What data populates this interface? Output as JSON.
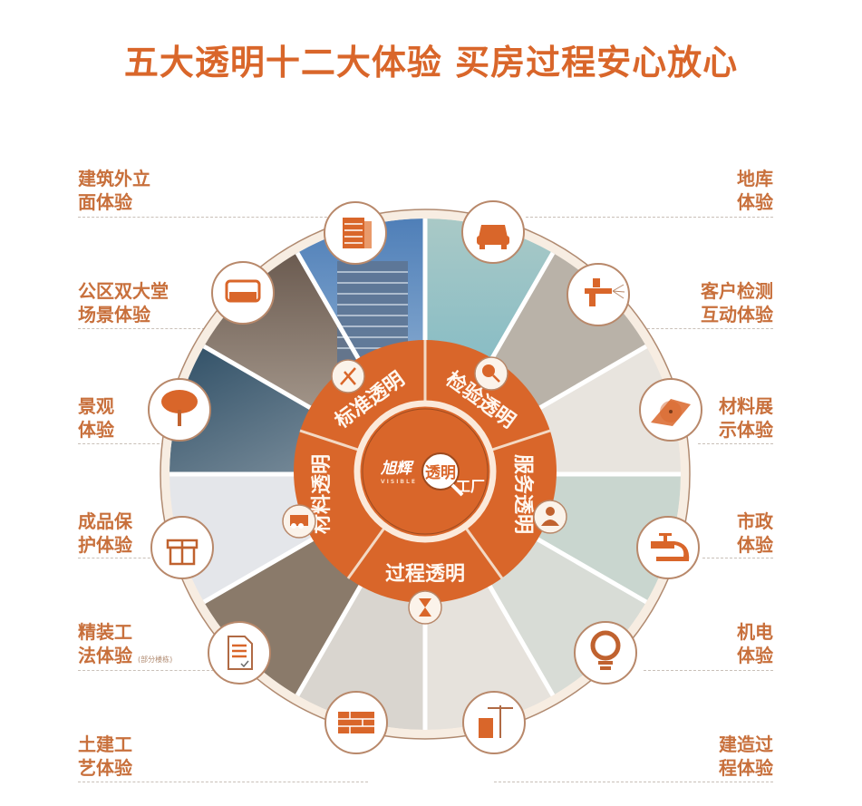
{
  "title": "五大透明十二大体验  买房过程安心放心",
  "colors": {
    "accent": "#d9662a",
    "label_text": "#c8703c",
    "ring_bg": "#f3e6d8",
    "icon_border": "#b8886a",
    "icon_fill": "#d9662a"
  },
  "experiences_left": [
    {
      "line1": "建筑外立",
      "line2": "面体验",
      "icon": "building-icon"
    },
    {
      "line1": "公区双大堂",
      "line2": "场景体验",
      "icon": "sofa-icon"
    },
    {
      "line1": "景观",
      "line2": "体验",
      "icon": "tree-icon"
    },
    {
      "line1": "成品保",
      "line2": "护体验",
      "icon": "gift-icon"
    },
    {
      "line1": "精装工",
      "line2": "法体验",
      "note": "(部分楼栋)",
      "icon": "document-check-icon"
    },
    {
      "line1": "土建工",
      "line2": "艺体验",
      "icon": "bricks-icon"
    }
  ],
  "experiences_right": [
    {
      "line1": "地库",
      "line2": "体验",
      "icon": "car-icon"
    },
    {
      "line1": "客户检测",
      "line2": "互动体验",
      "icon": "spray-gun-icon"
    },
    {
      "line1": "材料展",
      "line2": "示体验",
      "icon": "saw-blade-icon"
    },
    {
      "line1": "市政",
      "line2": "体验",
      "icon": "faucet-icon"
    },
    {
      "line1": "机电",
      "line2": "体验",
      "icon": "lightbulb-icon"
    },
    {
      "line1": "建造过",
      "line2": "程体验",
      "icon": "crane-icon"
    }
  ],
  "transparencies": [
    {
      "label": "标准透明",
      "icon": "compass-icon"
    },
    {
      "label": "检验透明",
      "icon": "magnifier-icon"
    },
    {
      "label": "服务透明",
      "icon": "person-icon"
    },
    {
      "label": "过程透明",
      "icon": "hourglass-icon"
    },
    {
      "label": "材料透明",
      "icon": "logs-icon"
    }
  ],
  "center_logo": {
    "brand": "旭辉",
    "brand_en": "VISIBLE",
    "main": "透明",
    "suffix": "工厂"
  }
}
